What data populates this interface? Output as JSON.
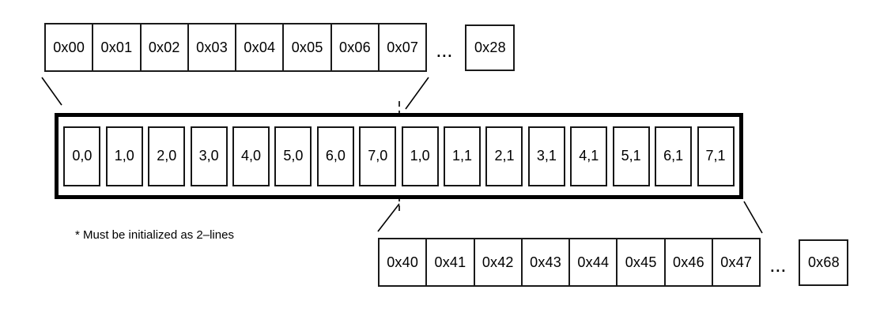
{
  "diagram": {
    "top_row": {
      "cells": [
        "0x00",
        "0x01",
        "0x02",
        "0x03",
        "0x04",
        "0x05",
        "0x06",
        "0x07"
      ],
      "ellipsis": "...",
      "last_cell": "0x28"
    },
    "cache_line": {
      "cells": [
        "0,0",
        "1,0",
        "2,0",
        "3,0",
        "4,0",
        "5,0",
        "6,0",
        "7,0",
        "1,0",
        "1,1",
        "2,1",
        "3,1",
        "4,1",
        "5,1",
        "6,1",
        "7,1"
      ]
    },
    "bottom_row": {
      "cells": [
        "0x40",
        "0x41",
        "0x42",
        "0x43",
        "0x44",
        "0x45",
        "0x46",
        "0x47"
      ],
      "ellipsis": "...",
      "last_cell": "0x68"
    },
    "footnote": "* Must be initialized as 2–lines",
    "colors": {
      "background": "#ffffff",
      "text": "#000000",
      "thin_border": "#1a1a1a",
      "thick_border": "#000000"
    }
  }
}
